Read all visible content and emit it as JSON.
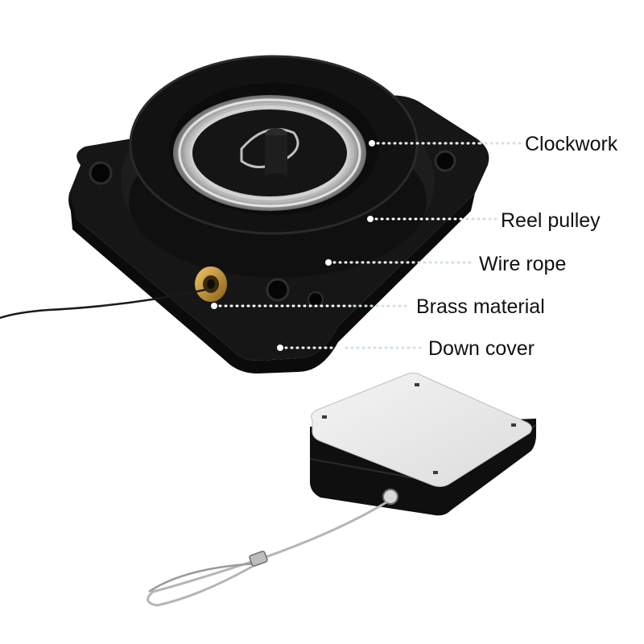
{
  "callouts": [
    {
      "id": "clockwork",
      "label": "Clockwork"
    },
    {
      "id": "reel-pulley",
      "label": "Reel pulley"
    },
    {
      "id": "wire-rope",
      "label": "Wire rope"
    },
    {
      "id": "brass-material",
      "label": "Brass material"
    },
    {
      "id": "down-cover",
      "label": "Down cover"
    }
  ],
  "colors": {
    "background": "#ffffff",
    "housing": "#141414",
    "spring": "#c9c9c9",
    "brass": "#c9952f",
    "leader_dots": "#ffffff",
    "leader_tail": "#cfe3dc",
    "label_text": "#111111"
  }
}
